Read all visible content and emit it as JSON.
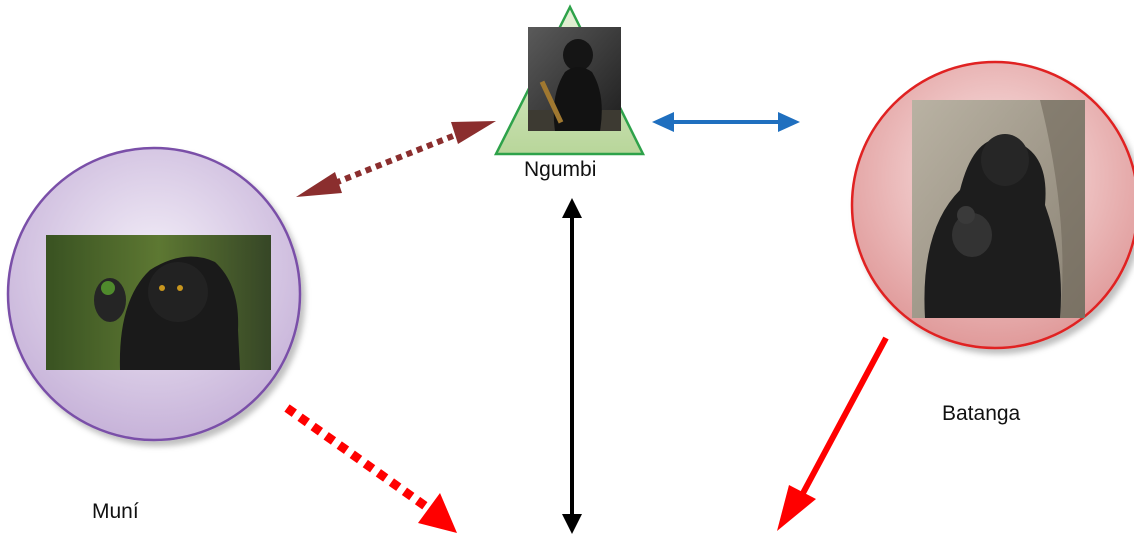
{
  "nodes": {
    "ngumbi": {
      "name": "Ngumbi",
      "shape": "triangle",
      "fill": "#c9dfb0",
      "stroke": "#2ea24a",
      "photo": "baby-gorilla-photo"
    },
    "batanga": {
      "name": "Batanga",
      "shape": "circle",
      "fill": "#e8aaaa",
      "stroke": "#e02020",
      "photo": "mother-gorilla-with-infant-photo"
    },
    "muni": {
      "name": "Muní",
      "shape": "circle",
      "fill": "#d6c8e2",
      "stroke": "#7a4fa8",
      "photo": "gorilla-eating-leaves-photo"
    }
  },
  "arrows": [
    {
      "from": "ngumbi",
      "to": "muni",
      "style": "dotted",
      "direction": "both",
      "color": "#8b2e2e"
    },
    {
      "from": "ngumbi",
      "to": "batanga",
      "style": "solid",
      "direction": "both",
      "color": "#1f6fbf"
    },
    {
      "from": "ngumbi",
      "to": "bottom",
      "style": "solid",
      "direction": "both",
      "color": "#000000"
    },
    {
      "from": "muni",
      "to": "bottom",
      "style": "dotted",
      "direction": "forward",
      "color": "#ff0000"
    },
    {
      "from": "batanga",
      "to": "bottom",
      "style": "solid",
      "direction": "forward",
      "color": "#ff0000"
    }
  ]
}
